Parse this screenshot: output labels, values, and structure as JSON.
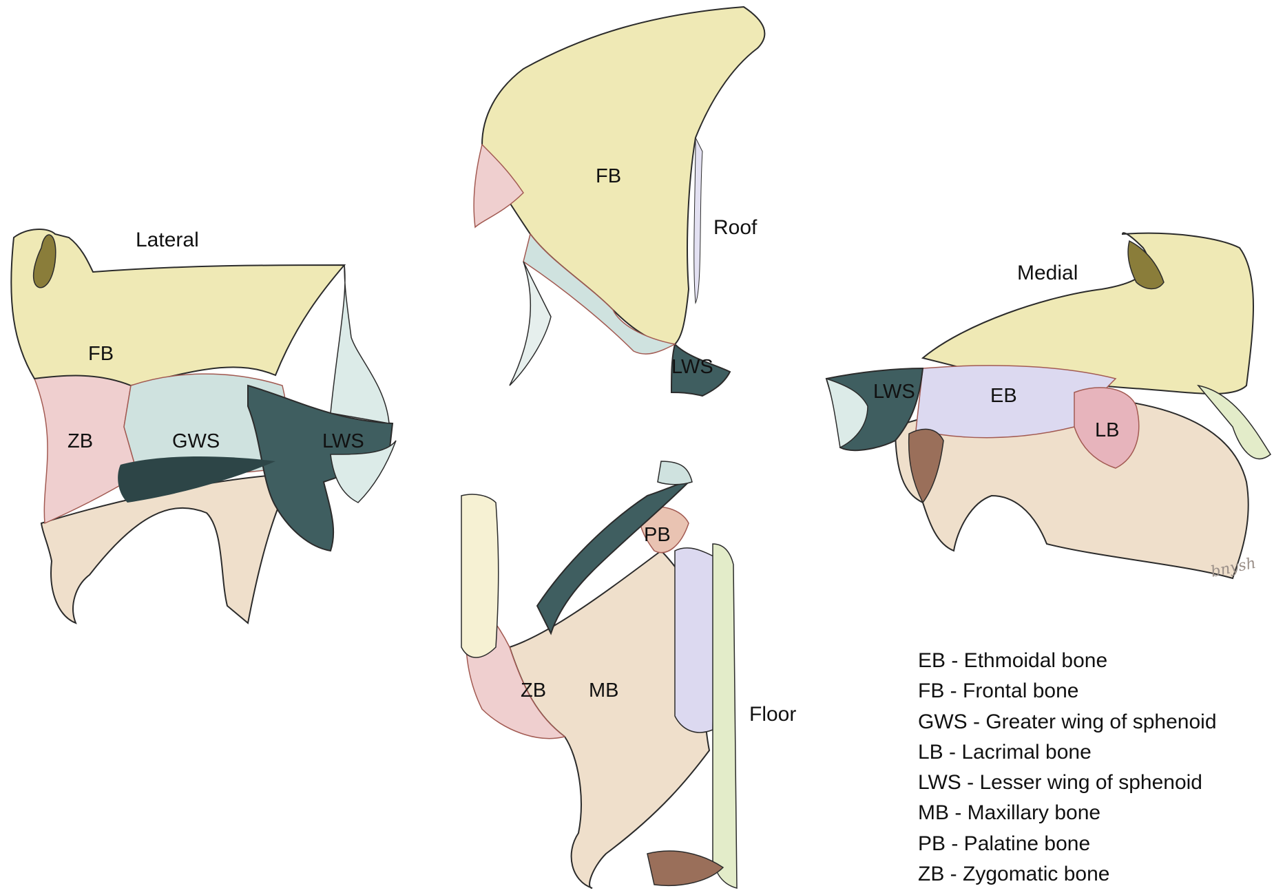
{
  "views": {
    "lateral": "Lateral",
    "roof": "Roof",
    "medial": "Medial",
    "floor": "Floor"
  },
  "bone_labels": {
    "lateral": {
      "fb": "FB",
      "zb": "ZB",
      "gws": "GWS",
      "lws": "LWS"
    },
    "roof": {
      "fb": "FB",
      "lws": "LWS"
    },
    "medial": {
      "lws": "LWS",
      "eb": "EB",
      "lb": "LB"
    },
    "floor": {
      "pb": "PB",
      "zb": "ZB",
      "mb": "MB"
    }
  },
  "legend": [
    "EB - Ethmoidal bone",
    "FB - Frontal bone",
    "GWS - Greater wing of sphenoid",
    "LB - Lacrimal bone",
    "LWS - Lesser wing of sphenoid",
    "MB - Maxillary bone",
    "PB - Palatine bone",
    "ZB - Zygomatic bone"
  ],
  "signature": "bnysh",
  "colors": {
    "frontal": "#efe9b5",
    "sphenoid_greater": "#cfe2df",
    "sphenoid_lesser": "#3f5e60",
    "zygomatic": "#efcfcf",
    "maxillary": "#efdfcb",
    "ethmoidal": "#dcd9f0",
    "lacrimal": "#e7b4bc",
    "palatine": "#e9c3b2",
    "outline": "#2b2b2b",
    "suture": "#a25a52"
  }
}
